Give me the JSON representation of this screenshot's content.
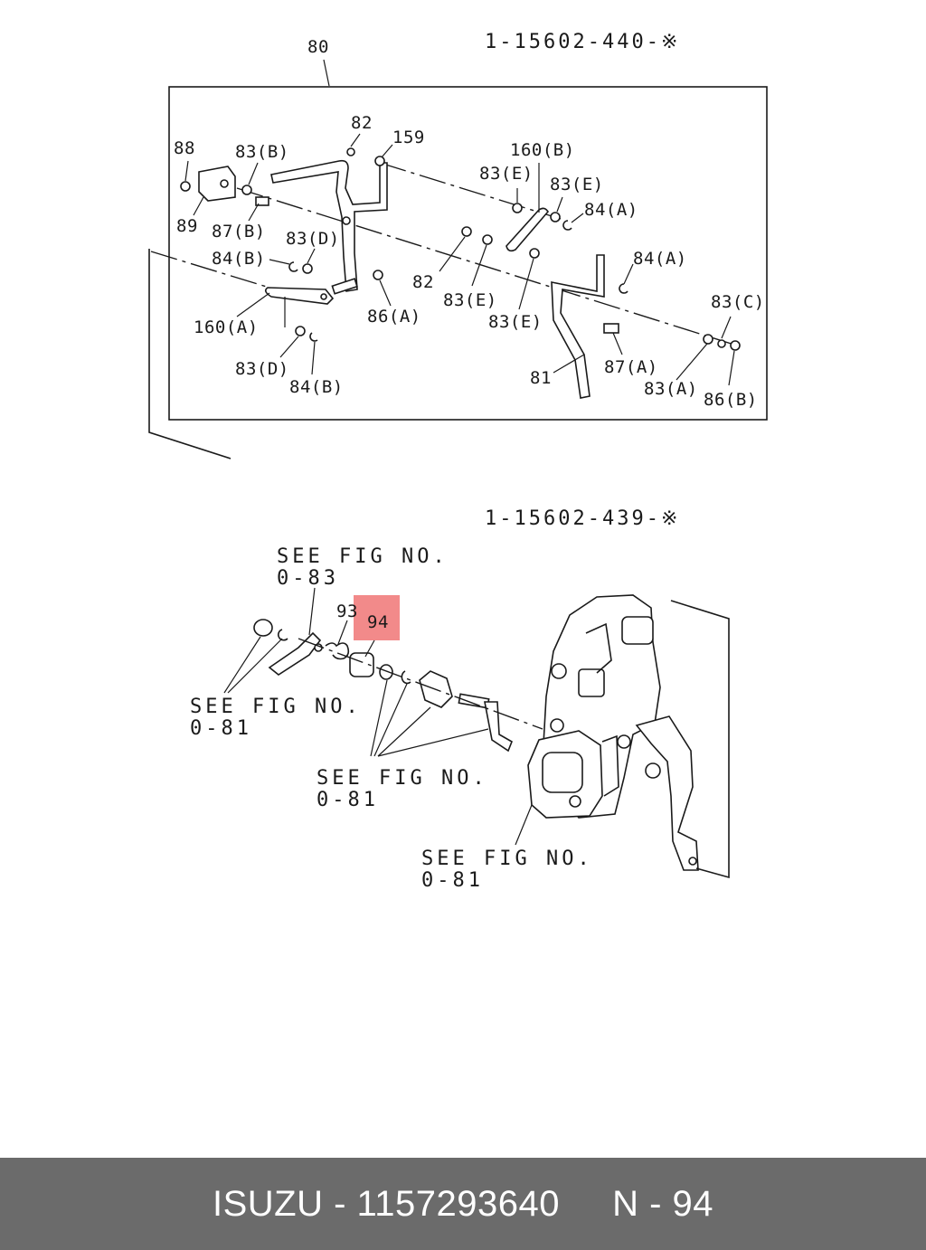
{
  "upper_drawing": {
    "part_number": "1-15602-440-※",
    "frame_label": "80",
    "callouts": {
      "c82a": "82",
      "c159": "159",
      "c88": "88",
      "c83b": "83(B)",
      "c89": "89",
      "c87b": "87(B)",
      "c84b_a": "84(B)",
      "c83d_a": "83(D)",
      "c160a": "160(A)",
      "c86a": "86(A)",
      "c83d_b": "83(D)",
      "c84b_b": "84(B)",
      "c160b": "160(B)",
      "c83e_a": "83(E)",
      "c83e_b": "83(E)",
      "c84a_a": "84(A)",
      "c82b": "82",
      "c83e_c": "83(E)",
      "c83e_d": "83(E)",
      "c84a_b": "84(A)",
      "c83c": "83(C)",
      "c81": "81",
      "c87a": "87(A)",
      "c83a": "83(A)",
      "c86b": "86(B)"
    }
  },
  "lower_drawing": {
    "part_number": "1-15602-439-※",
    "see_fig_label": "SEE FIG NO.",
    "ref_083": "0-83",
    "ref_081_a": "0-81",
    "ref_081_b": "0-81",
    "ref_081_c": "0-81",
    "callout_93": "93",
    "highlighted_callout": "94",
    "highlight_color": "#F28A8A"
  },
  "footer": {
    "text": "ISUZU - 1157293640     N - 94",
    "background": "#6B6B6B",
    "text_color": "#FFFFFF"
  }
}
